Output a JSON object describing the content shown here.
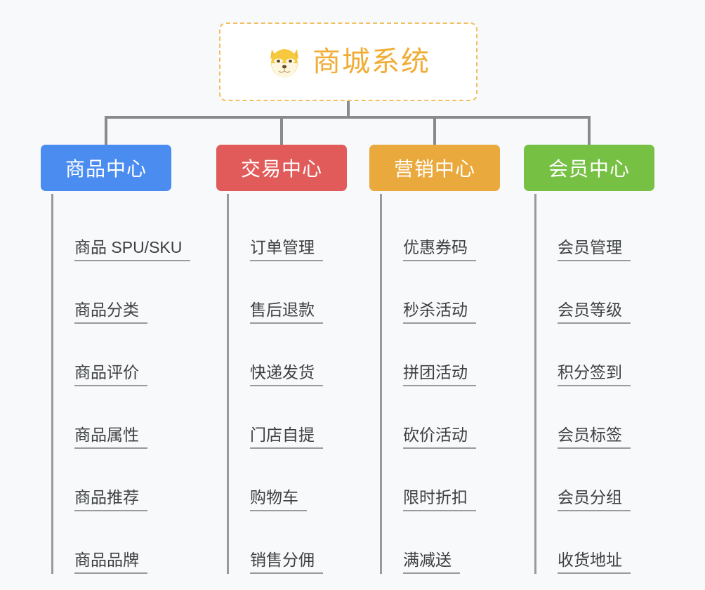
{
  "diagram": {
    "title": "商城系统",
    "type": "org-chart",
    "background_color": "#f8f9fa",
    "connector_color": "#8a8a8a",
    "root": {
      "label": "商城系统",
      "icon": "shiba-dog-face-icon",
      "text_color": "#f0ad35",
      "border_color": "#f2c063",
      "background_color": "#ffffff"
    },
    "branches": [
      {
        "label": "商品中心",
        "color": "#4a8cf0",
        "items": [
          "商品 SPU/SKU",
          "商品分类",
          "商品评价",
          "商品属性",
          "商品推荐",
          "商品品牌"
        ]
      },
      {
        "label": "交易中心",
        "color": "#e15b5b",
        "items": [
          "订单管理",
          "售后退款",
          "快递发货",
          "门店自提",
          "购物车",
          "销售分佣"
        ]
      },
      {
        "label": "营销中心",
        "color": "#eaa93c",
        "items": [
          "优惠券码",
          "秒杀活动",
          "拼团活动",
          "砍价活动",
          "限时折扣",
          "满减送"
        ]
      },
      {
        "label": "会员中心",
        "color": "#76c043",
        "items": [
          "会员管理",
          "会员等级",
          "积分签到",
          "会员标签",
          "会员分组",
          "收货地址"
        ]
      }
    ]
  }
}
